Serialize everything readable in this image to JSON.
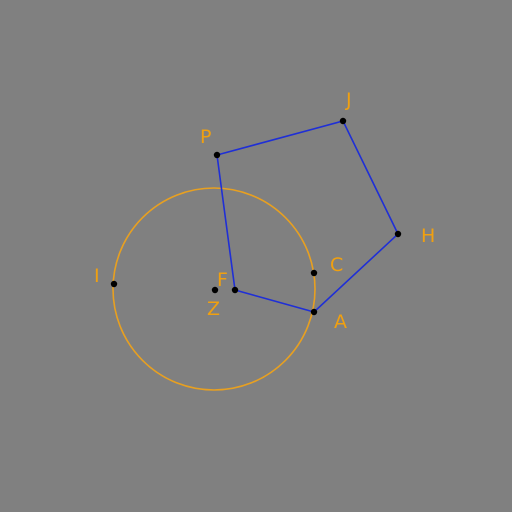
{
  "diagram": {
    "background": "#808080",
    "circle": {
      "name": "circle-Z",
      "center": "Z",
      "through": "I",
      "color": "#e8a020"
    },
    "polygon": {
      "vertices": [
        "P",
        "J",
        "H",
        "A",
        "F"
      ],
      "color": "#1f2fd6"
    },
    "point_color": "#000000",
    "label_color": "#f0a010",
    "points": [
      {
        "id": "P",
        "label": "P"
      },
      {
        "id": "J",
        "label": "J"
      },
      {
        "id": "H",
        "label": "H"
      },
      {
        "id": "A",
        "label": "A"
      },
      {
        "id": "F",
        "label": "F"
      },
      {
        "id": "C",
        "label": "C"
      },
      {
        "id": "I",
        "label": "I"
      },
      {
        "id": "Z",
        "label": "Z"
      }
    ]
  }
}
